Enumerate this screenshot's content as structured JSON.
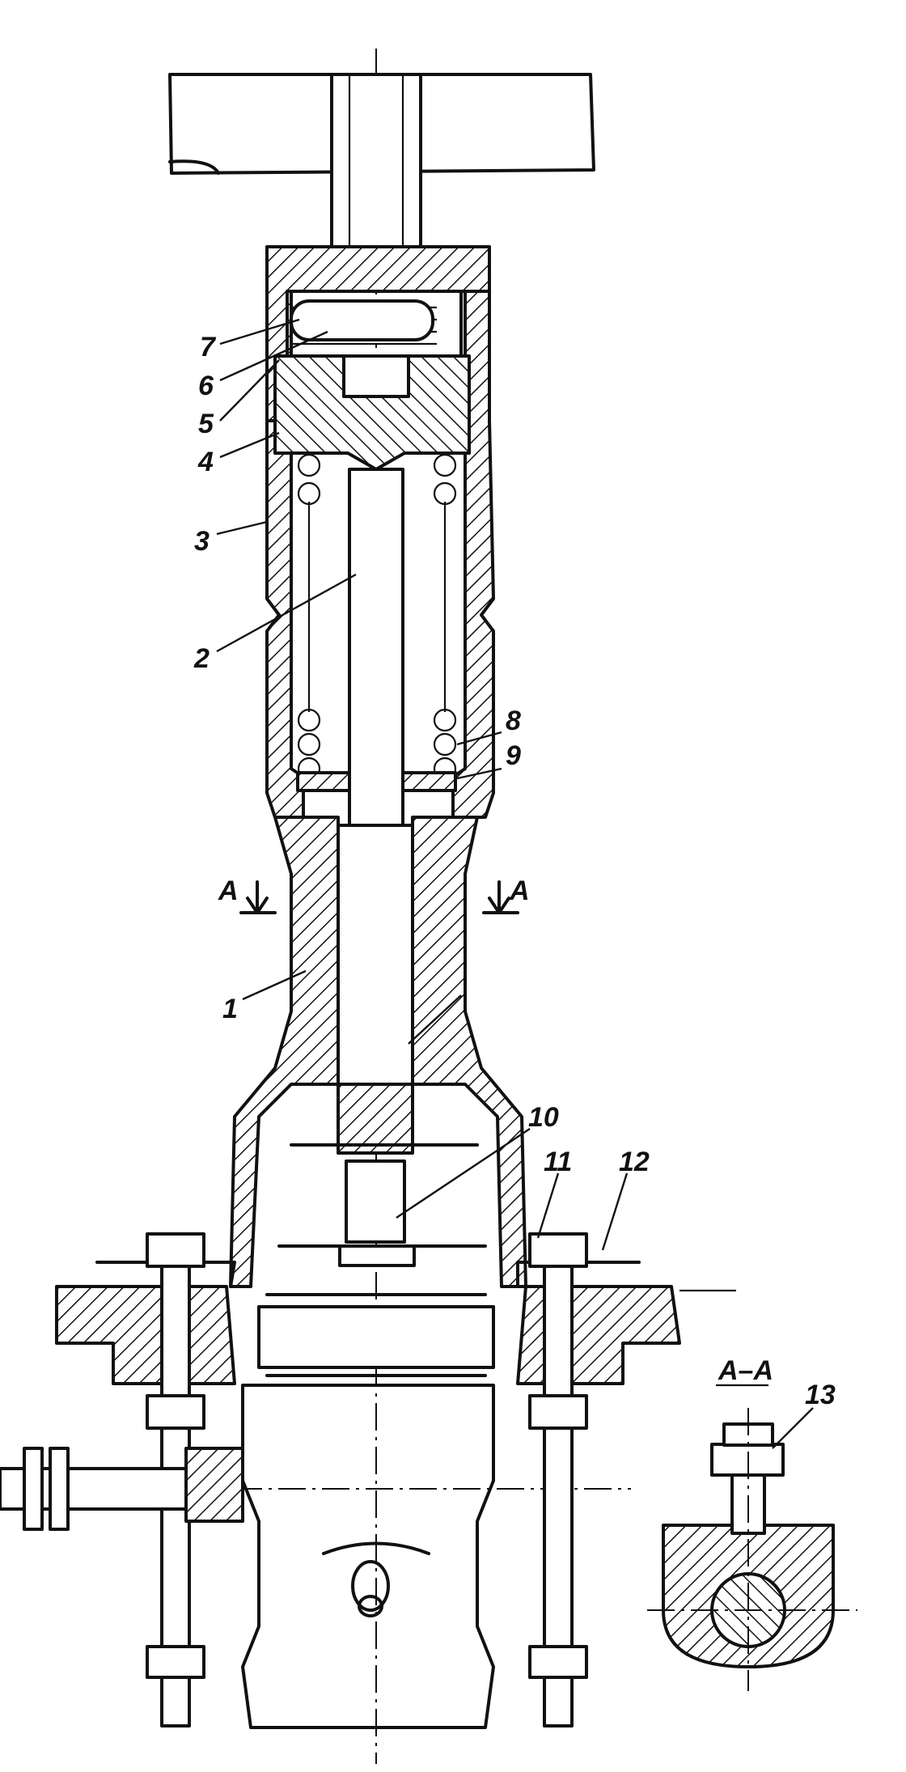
{
  "figure": {
    "callouts": [
      "7",
      "6",
      "5",
      "4",
      "3",
      "2",
      "8",
      "9",
      "1",
      "10",
      "11",
      "12",
      "13"
    ],
    "section_markers": {
      "left": "A",
      "right": "A"
    },
    "section_view_title": "A–A"
  }
}
